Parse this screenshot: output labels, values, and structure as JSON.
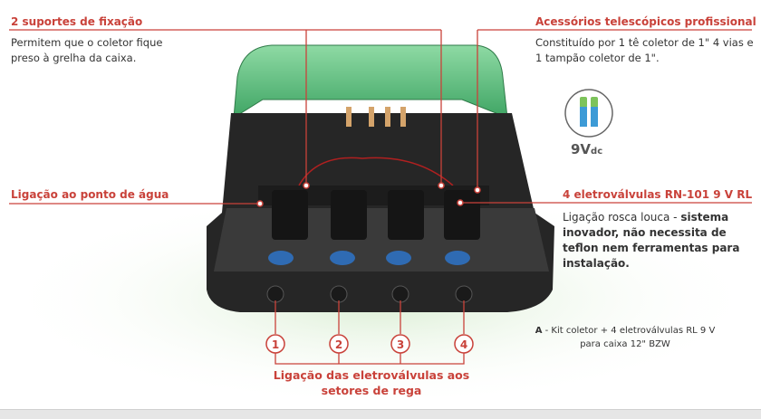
{
  "callouts": {
    "brackets": {
      "title": "2 suportes de fixação",
      "text": "Permitem que o coletor fique preso à grelha da caixa."
    },
    "accessories": {
      "title": "Acessórios telescópicos profissional",
      "text": "Constituído por 1 tê coletor de 1\" 4 vias e 1 tampão coletor de 1\"."
    },
    "water_point": {
      "title": "Ligação ao ponto de água"
    },
    "valves": {
      "title": "4 eletroválvulas RN-101 9 V RL",
      "text_regular": "Ligação rosca louca - ",
      "text_bold": "sistema inovador, não necessita de teflon nem ferramentas para instalação."
    },
    "outlets": {
      "numbers": [
        "1",
        "2",
        "3",
        "4"
      ],
      "label": "Ligação das eletroválvulas aos setores de rega"
    }
  },
  "battery_badge": {
    "icon": "battery-icon",
    "label_main": "9V",
    "label_sub": "dc",
    "colors": {
      "top": "#7dc35b",
      "body": "#3d9bd6"
    }
  },
  "caption": {
    "letter": "A",
    "separator": " - ",
    "line1": "Kit coletor + 4 eletroválvulas RL 9 V",
    "line2": "para caixa 12\" BZW"
  },
  "colors": {
    "accent": "#c9423a",
    "lid": "#5bbf7e",
    "box": "#2b2b2b"
  }
}
